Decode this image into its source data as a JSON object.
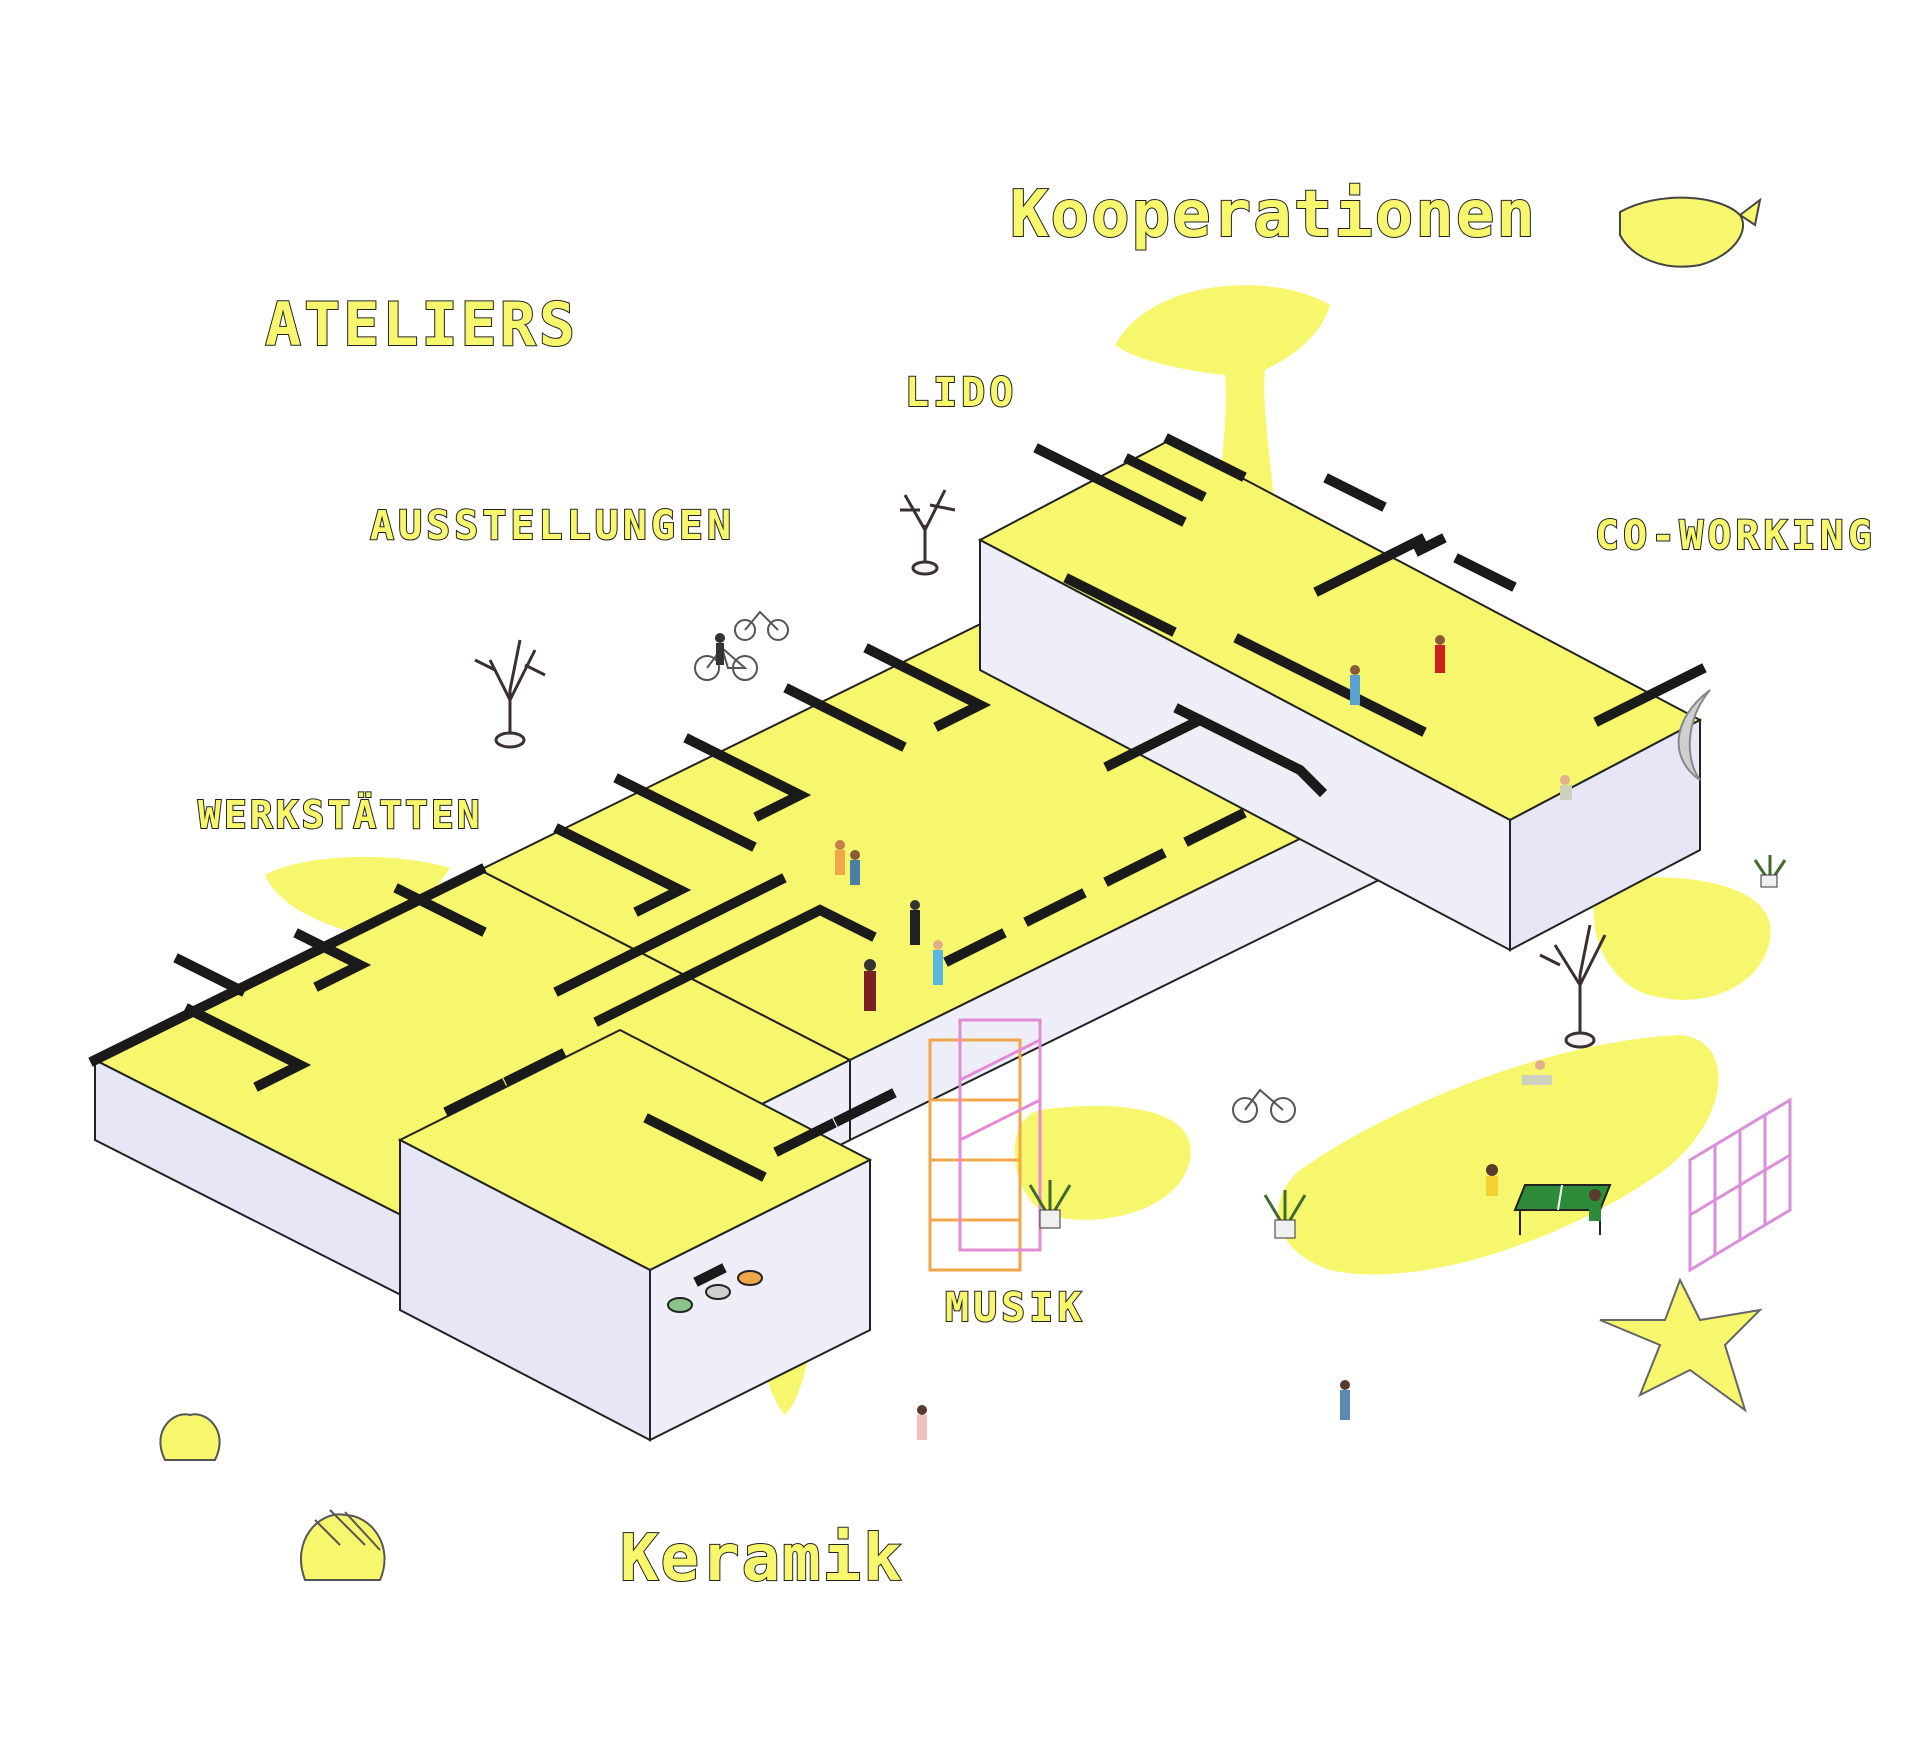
{
  "labels": {
    "kooperationen": "Kooperationen",
    "ateliers": "ATELIERS",
    "lido": "LIDO",
    "ausstellungen": "AUSSTELLUNGEN",
    "co_working": "CO-WORKING",
    "werkstaetten": "WERKSTÄTTEN",
    "musik": "MUSIK",
    "keramik": "Keramik"
  },
  "colors": {
    "accent_yellow": "#f7f76e",
    "wall_face": "#e6e6f7",
    "wall_top": "#1a1a1a",
    "outline": "#222222",
    "table_green": "#2e8b3a",
    "scaffold_pink": "#e58bd6",
    "scaffold_orange": "#f0a64a"
  },
  "icons": [
    "tree-icon",
    "bicycle-icon",
    "person-icon",
    "plant-pot-icon",
    "ping-pong-table-icon",
    "scaffold-icon",
    "lemon-icon",
    "shell-icon",
    "starfish-icon"
  ]
}
